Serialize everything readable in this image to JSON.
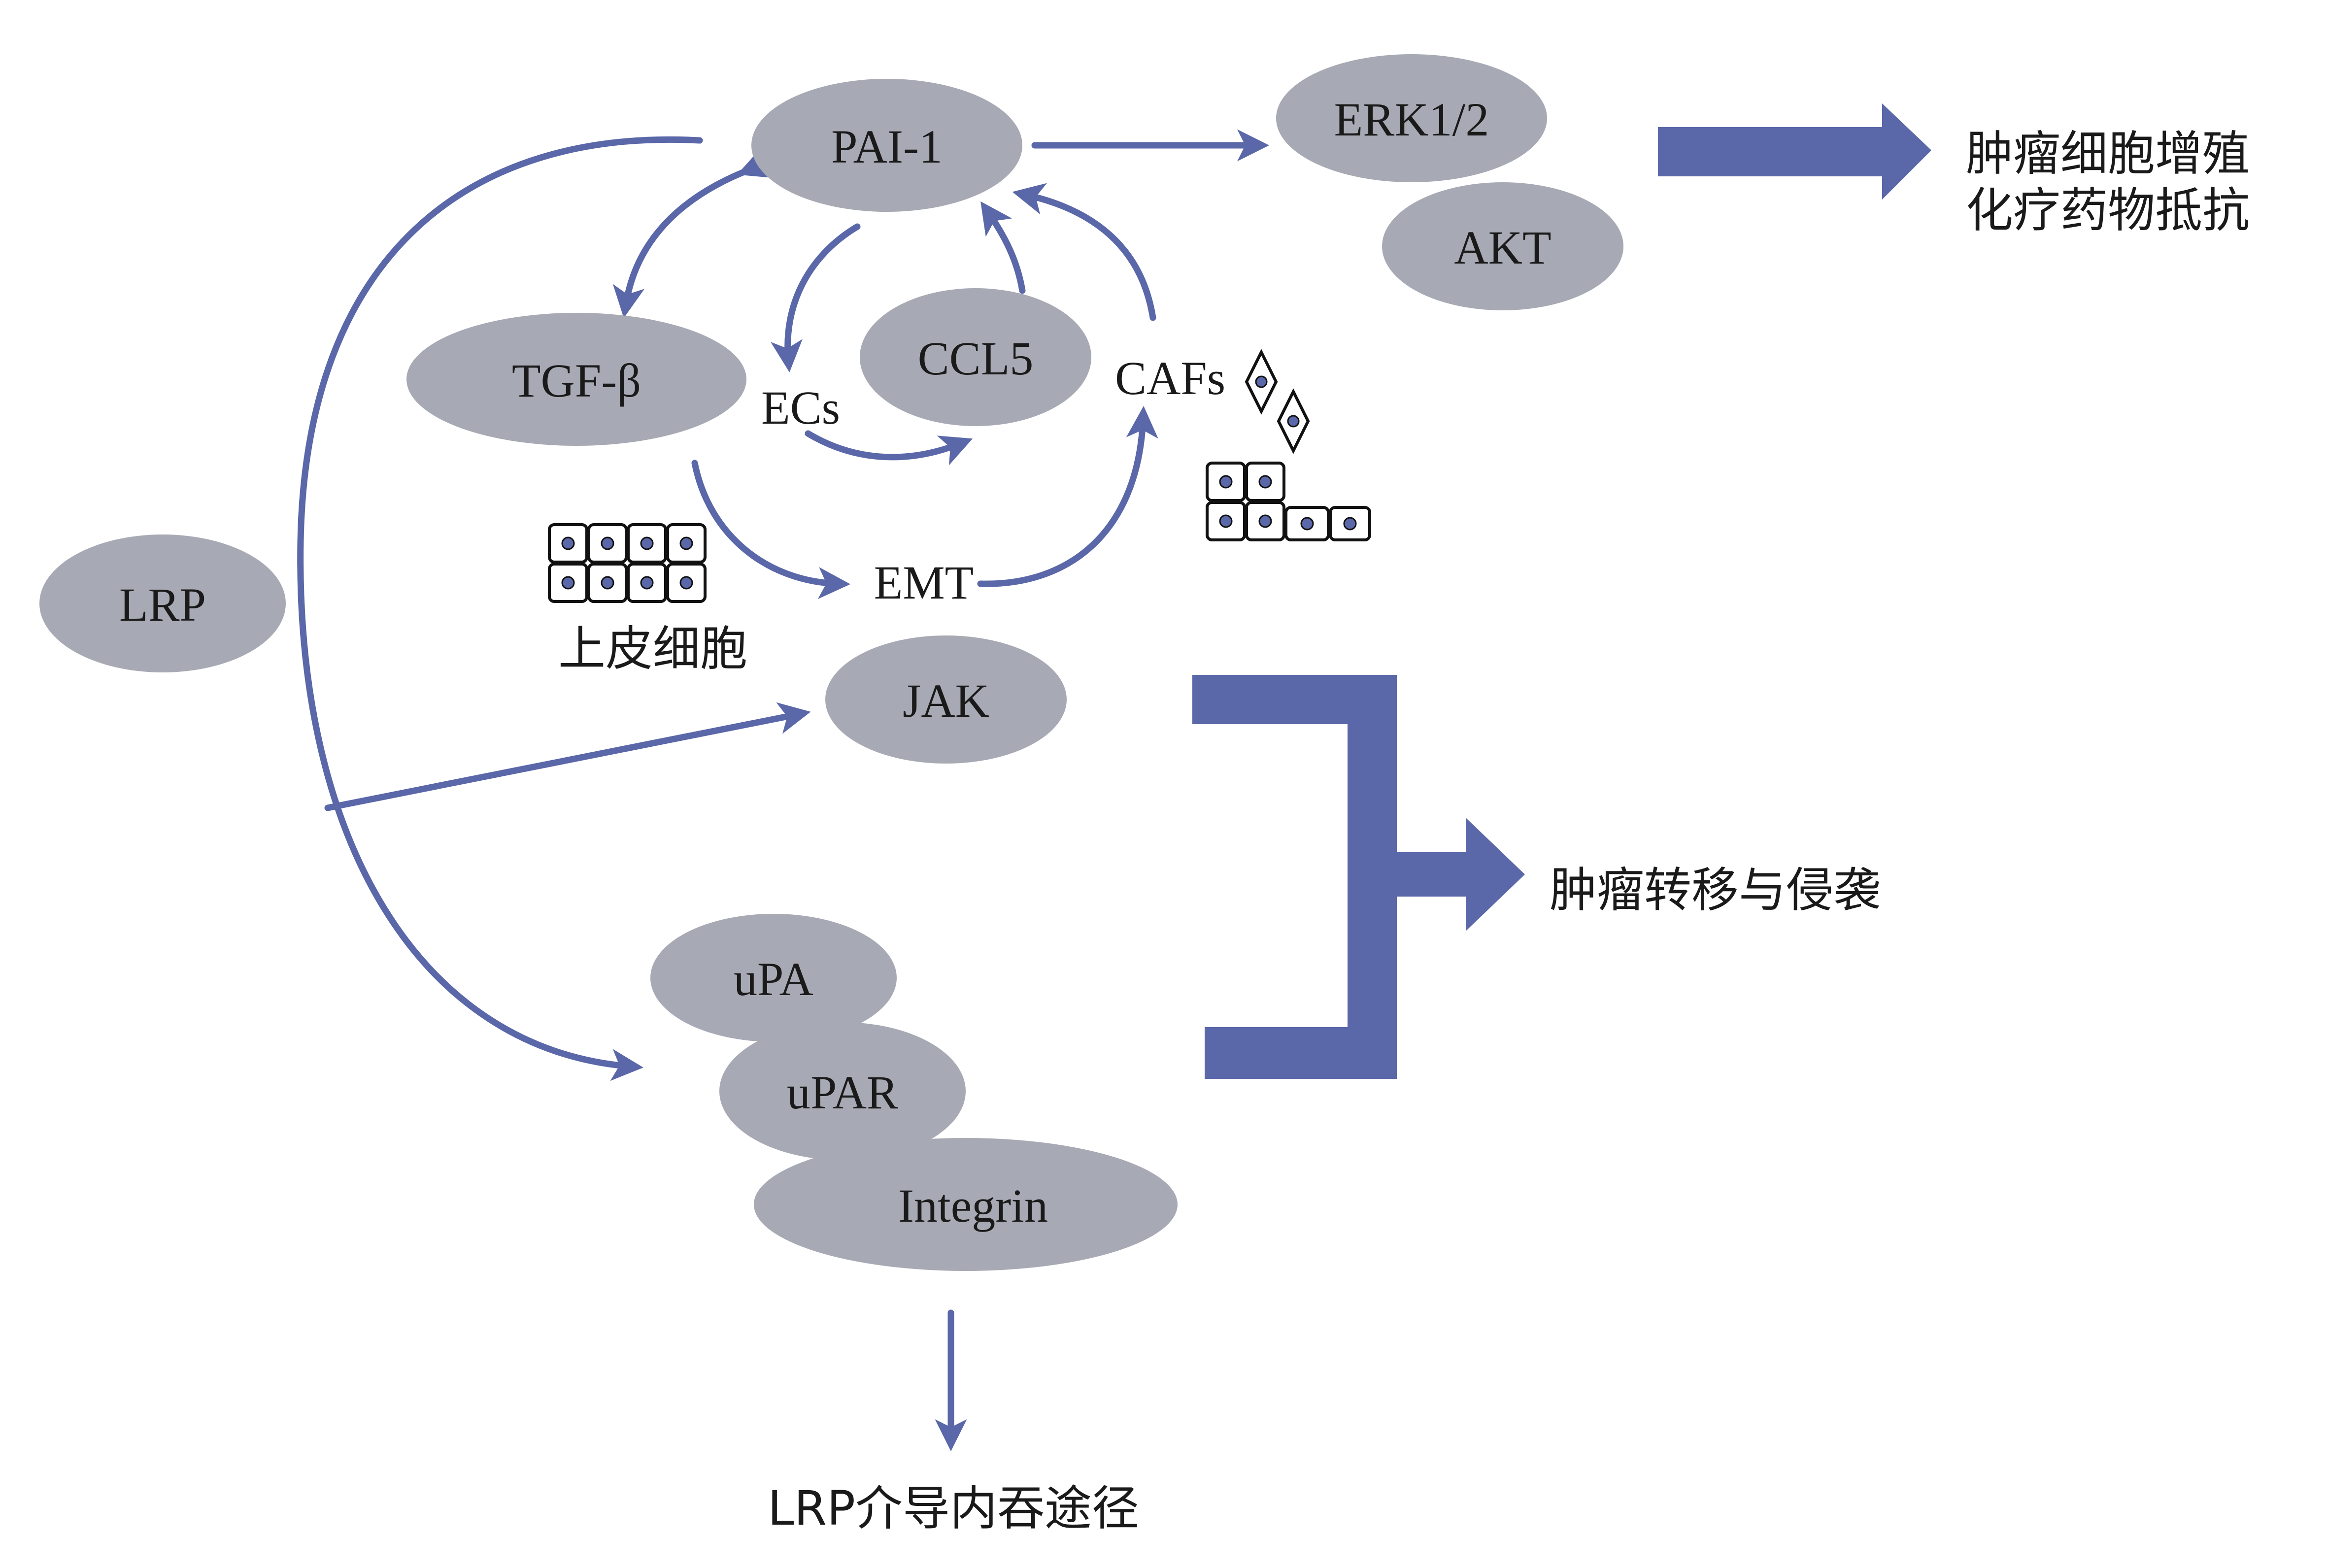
{
  "nodes": {
    "pai1": "PAI-1",
    "erk": "ERK1/2",
    "akt": "AKT",
    "tgfb": "TGF-β",
    "ccl5": "CCL5",
    "lrp": "LRP",
    "jak": "JAK",
    "upa": "uPA",
    "upar": "uPAR",
    "integrin": "Integrin"
  },
  "labels": {
    "ecs": "ECs",
    "cafs": "CAFs",
    "emt": "EMT",
    "epithelial": "上皮细胞",
    "outcome1_line1": "肿瘤细胞增殖",
    "outcome1_line2": "化疗药物抵抗",
    "outcome2": "肿瘤转移与侵袭",
    "outcome3": "LRP介导内吞途径"
  },
  "colors": {
    "node_fill": "#a7a9b4",
    "arrow": "#5a67a8",
    "text": "#1a1a1a"
  }
}
